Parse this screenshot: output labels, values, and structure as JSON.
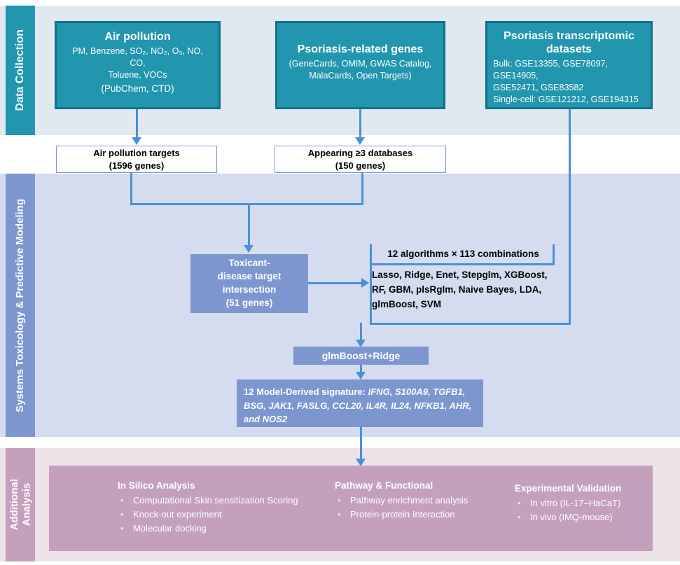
{
  "bands": {
    "collection": {
      "label": "Data Collection",
      "color": "#2196ae"
    },
    "systems": {
      "label": "Systems Toxicology & Predictive Modeling",
      "color": "#7d96d0"
    },
    "additional": {
      "label": "Additional\nAnalysis",
      "color": "#c4a0bd"
    }
  },
  "sources": {
    "air_pollution": {
      "title": "Air pollution",
      "line1": "PM, Benzene, SO₂, NO₂, O₃, NO, CO,",
      "line2": "Toluene, VOCs",
      "line3": "(PubChem, CTD)"
    },
    "psoriasis_genes": {
      "title": "Psoriasis-related genes",
      "line1": "(GeneCards, OMIM, GWAS Catalog,",
      "line2": "MalaCards, Open Targets)"
    },
    "transcriptomic": {
      "title": "Psoriasis transcriptomic datasets",
      "line1": "Bulk: GSE13355, GSE78097, GSE14905,",
      "line2": "GSE52471, GSE83582",
      "line3": "Single-cell: GSE121212, GSE194315"
    }
  },
  "results": {
    "air_targets": {
      "title": "Air pollution targets",
      "count": "(1596 genes)"
    },
    "appearing": {
      "title": "Appearing ≥3 databases",
      "count": "(150 genes)"
    }
  },
  "modeling": {
    "intersection": {
      "line1": "Toxicant-",
      "line2": "disease target",
      "line3": "intersection",
      "count": "(51 genes)"
    },
    "algorithms_header": "12 algorithms × 113 combinations",
    "algorithms_line1": "Lasso, Ridge, Enet, Stepglm, XGBoost,",
    "algorithms_line2": "RF, GBM, plsRglm, Naive Bayes, LDA,",
    "algorithms_line3": "glmBoost, SVM",
    "best_model": "glmBoost+Ridge",
    "signature_prefix": "12 Model-Derived signature: ",
    "signature_genes": "IFNG, S100A9, TGFB1, BSG, JAK1, FASLG, CCL20, IL4R, IL24, NFKB1, AHR, and NOS2"
  },
  "additional_analysis": {
    "columns": [
      {
        "heading": "In Silico Analysis",
        "items": [
          "Computational Skin sensitization Scoring",
          "Knock-out experiment",
          "Molecular docking"
        ]
      },
      {
        "heading": "Pathway & Functional",
        "items": [
          "Pathway enrichment analysis",
          "Protein-protein Interaction"
        ]
      },
      {
        "heading": "Experimental Validation",
        "items": [
          "In vitro (IL-17–HaCaT)",
          "In vivo (IMQ-mouse)"
        ]
      }
    ]
  }
}
